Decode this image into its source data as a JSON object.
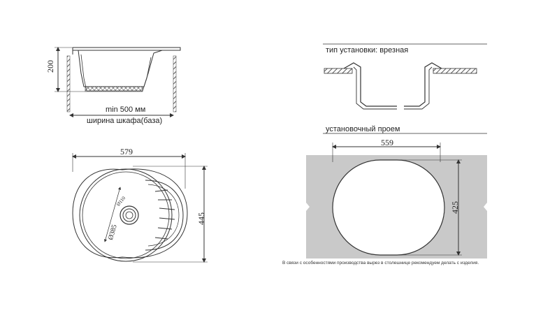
{
  "side_view": {
    "height_dim": "200",
    "min_width": "min 500 мм",
    "cabinet_label": "ширина шкафа(база)"
  },
  "top_view": {
    "width_dim": "579",
    "height_dim": "445",
    "bowl_dim": "Ø385",
    "drain_dim": "Ø110"
  },
  "install": {
    "type_label": "тип установки: врезная",
    "cutout_label": "установочный проем",
    "cutout_width": "559",
    "cutout_height": "425",
    "note": "В связи с особенностями производства вырез в столешнице рекомендуем делать с изделия."
  },
  "colors": {
    "line": "#333333",
    "panel": "#c9c9c9",
    "hatch": "#555555"
  }
}
